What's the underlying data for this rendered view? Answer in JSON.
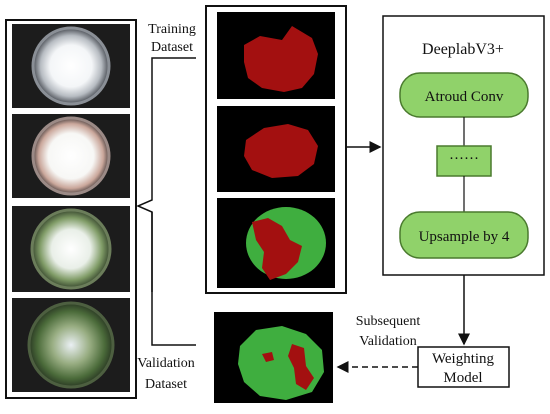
{
  "labels": {
    "training": [
      "Training",
      "Dataset"
    ],
    "validation": [
      "Validation",
      "Dataset"
    ],
    "subsequent": [
      "Subsequent",
      "Validation"
    ],
    "weighting": [
      "Weighting",
      "Model"
    ]
  },
  "model": {
    "title": "DeeplabV3+",
    "node_atrous": "Atroud Conv",
    "node_dots": "······",
    "node_upsample": "Upsample by 4"
  },
  "colors": {
    "mask_background": "#000000",
    "mask_red": "#a31010",
    "mask_green": "#3fae3f",
    "node_fill": "#90d26a",
    "node_stroke": "#4a7a2e",
    "outline": "#111111"
  },
  "icons": {
    "fisheye_photos": "fisheye-sky-photo-icon",
    "masks": "segmentation-mask-icon"
  }
}
